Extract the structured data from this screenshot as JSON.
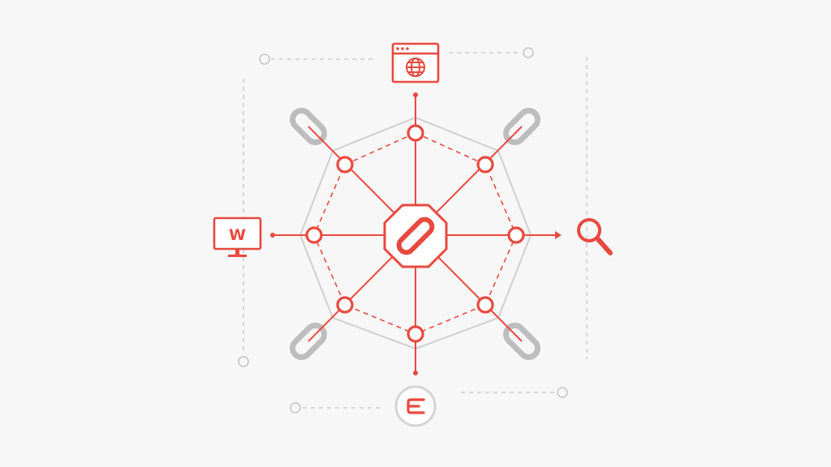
{
  "colors": {
    "accent": "#e8493f",
    "gray_line": "#cfcfcf",
    "gray_link": "#bdbdbd",
    "dashed_gray": "#c4c4c4",
    "background": "#f7f7f7",
    "node_fill": "#ffffff"
  },
  "hub": {
    "icon": "link-icon"
  },
  "satellites": [
    {
      "id": "top",
      "icon": "browser-globe-icon"
    },
    {
      "id": "left",
      "icon": "monitor-icon",
      "label": "W"
    },
    {
      "id": "right",
      "icon": "search-icon"
    },
    {
      "id": "bottom",
      "icon": "e-badge-icon"
    }
  ],
  "corner_links": [
    {
      "id": "top-left",
      "icon": "chain-link-icon"
    },
    {
      "id": "top-right",
      "icon": "chain-link-icon"
    },
    {
      "id": "bottom-left",
      "icon": "chain-link-icon"
    },
    {
      "id": "bottom-right",
      "icon": "chain-link-icon"
    }
  ]
}
